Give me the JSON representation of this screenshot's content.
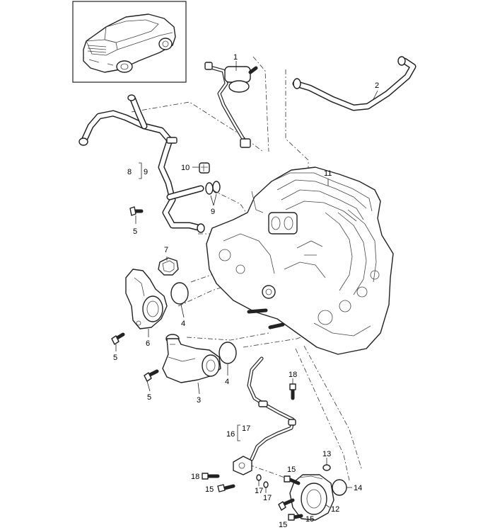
{
  "callouts": {
    "c1": "1",
    "c2": "2",
    "c3": "3",
    "c4a": "4",
    "c4b": "4",
    "c5a": "5",
    "c5b": "5",
    "c5c": "5",
    "c6": "6",
    "c7": "7",
    "c8": "8",
    "c9a": "9",
    "c9b": "9",
    "c10": "10",
    "c11": "11",
    "c12": "12",
    "c13": "13",
    "c14": "14",
    "c15a": "15",
    "c15b": "15",
    "c15c": "15",
    "c15d": "15",
    "c16": "16",
    "c17a": "17",
    "c17b": "17",
    "c17c": "17",
    "c18a": "18",
    "c18b": "18"
  }
}
